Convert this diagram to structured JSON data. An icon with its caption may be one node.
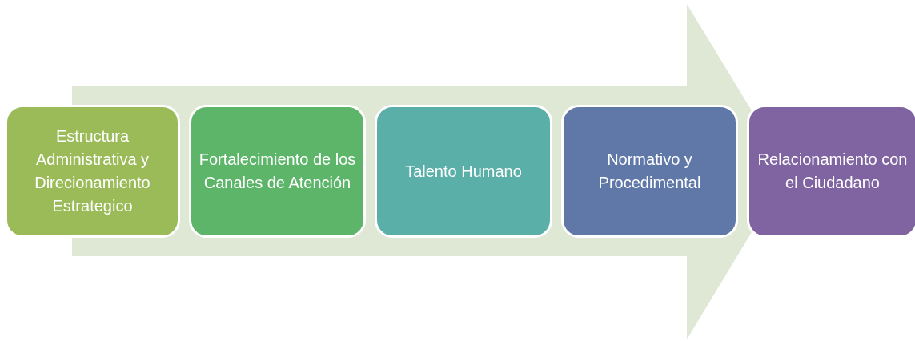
{
  "diagram": {
    "nodes": [
      {
        "text": [
          "Estructura Administrativa y Direcionamiento Estrategico"
        ]
      },
      {
        "text": [
          "Fortalecimiento de los Canales de Atención"
        ]
      },
      {
        "text": [
          "Talento Humano"
        ]
      },
      {
        "text": [
          "Normativo y Procedimental"
        ]
      },
      {
        "text": [
          "Relacionamiento con el Ciudadano"
        ]
      }
    ]
  }
}
